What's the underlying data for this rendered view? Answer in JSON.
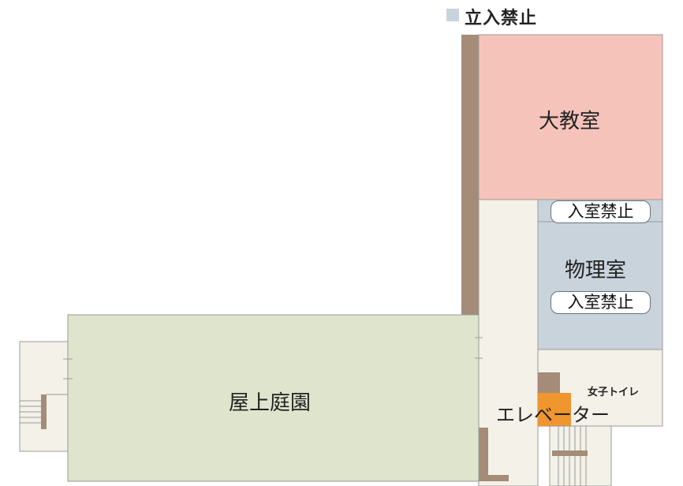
{
  "legend": {
    "swatch_color": "#c9d3dc",
    "label": "立入禁止"
  },
  "rooms": {
    "lecture_hall": {
      "label": "大教室",
      "color": "#f6c3bb"
    },
    "physics_room": {
      "label": "物理室",
      "color": "#c9d3dc"
    },
    "rooftop_garden": {
      "label": "屋上庭園",
      "color": "#dfe4cd"
    },
    "womens_restroom": {
      "label": "女子トイレ"
    },
    "elevator": {
      "label": "エレベーター",
      "color": "#f0962f"
    }
  },
  "badges": {
    "no_entry_top": "入室禁止",
    "no_entry_physics": "入室禁止"
  },
  "colors": {
    "wall": "#a58c78",
    "corridor": "#f3f1e8",
    "outline": "#9a9a9a"
  }
}
